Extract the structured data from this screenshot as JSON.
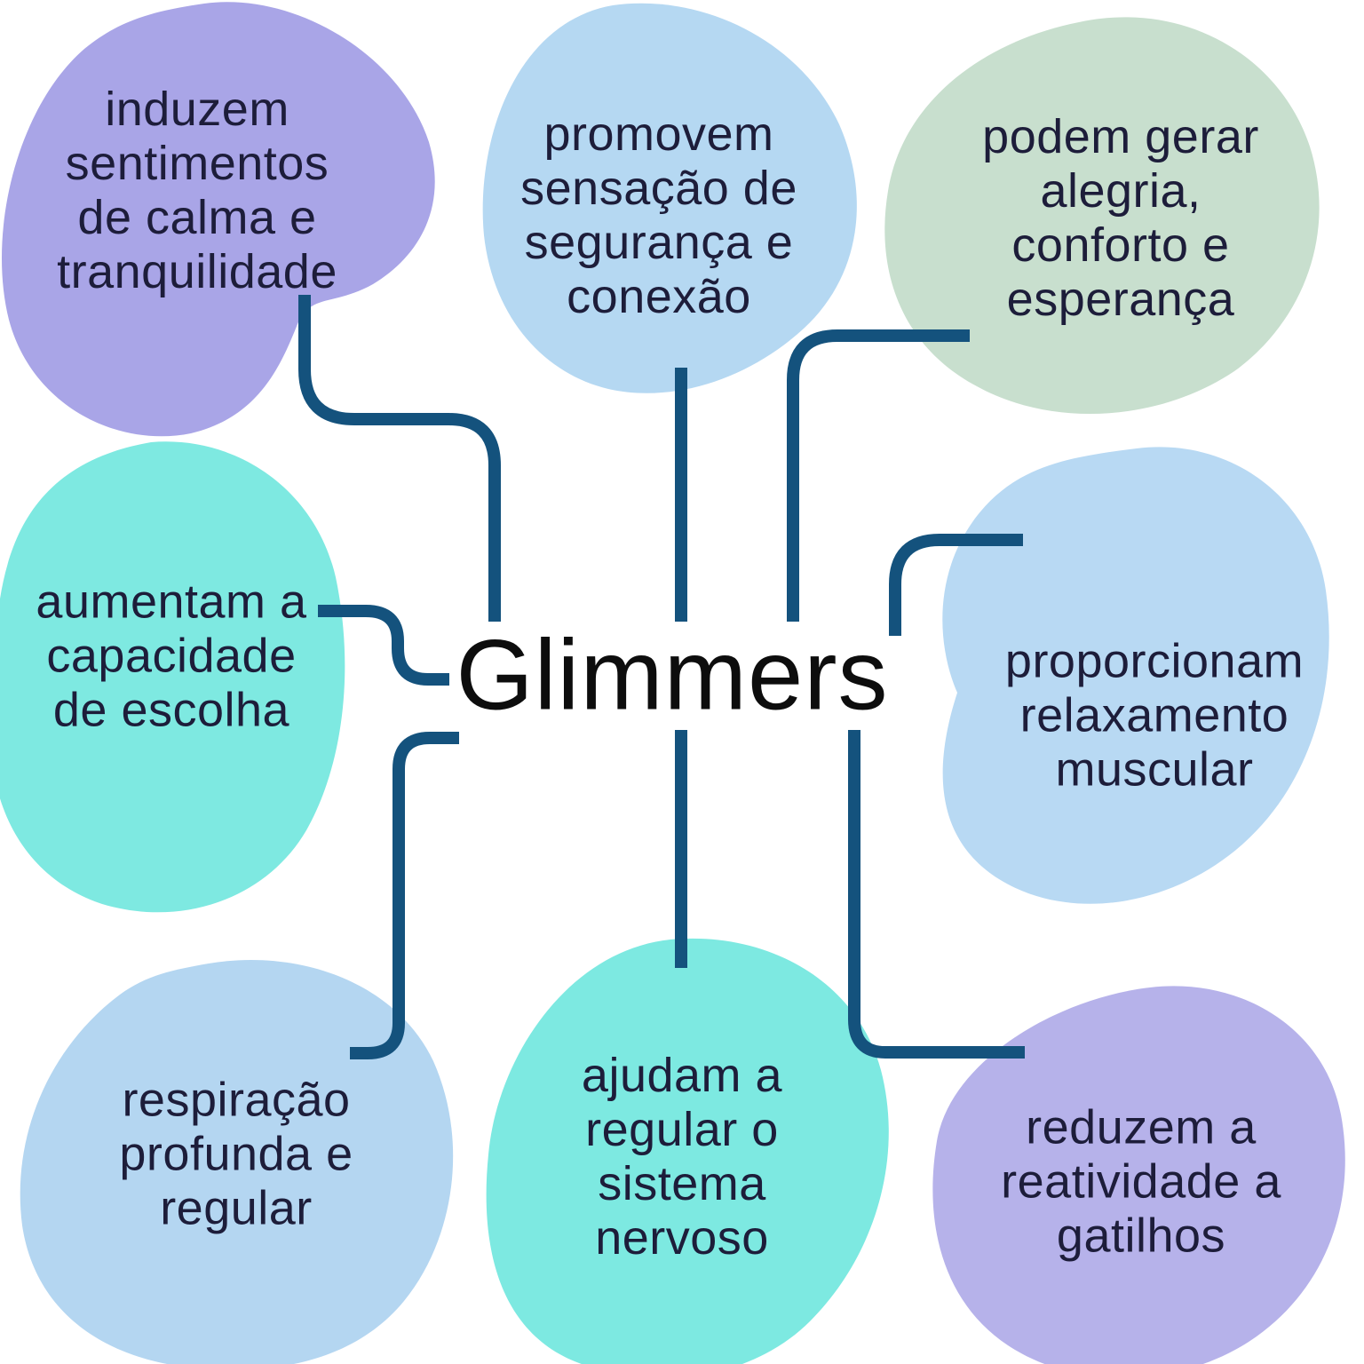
{
  "title": "Glimmers",
  "colors": {
    "background": "#ffffff",
    "connector": "#14527d",
    "title_text": "#0d0d0d",
    "node_text": "#1d1d3a"
  },
  "nodes": [
    {
      "id": "top-left",
      "color": "#a9a5e7",
      "lines": [
        "induzem",
        "sentimentos",
        "de calma e",
        "tranquilidade"
      ]
    },
    {
      "id": "top-center",
      "color": "#b5d8f2",
      "lines": [
        "promovem",
        "sensação de",
        "segurança e",
        "conexão"
      ]
    },
    {
      "id": "top-right",
      "color": "#c8dfce",
      "lines": [
        "podem gerar",
        "alegria,",
        "conforto e",
        "esperança"
      ]
    },
    {
      "id": "middle-left",
      "color": "#7ee9e1",
      "lines": [
        "aumentam a",
        "capacidade",
        "de escolha"
      ]
    },
    {
      "id": "middle-right",
      "color": "#b8d9f3",
      "lines": [
        "proporcionam",
        "relaxamento",
        "muscular"
      ]
    },
    {
      "id": "bottom-left",
      "color": "#b4d6f1",
      "lines": [
        "respiração",
        "profunda e",
        "regular"
      ]
    },
    {
      "id": "bottom-center",
      "color": "#7de9e1",
      "lines": [
        "ajudam a",
        "regular o",
        "sistema",
        "nervoso"
      ]
    },
    {
      "id": "bottom-right",
      "color": "#b6b2ea",
      "lines": [
        "reduzem a",
        "reatividade a",
        "gatilhos"
      ]
    }
  ]
}
